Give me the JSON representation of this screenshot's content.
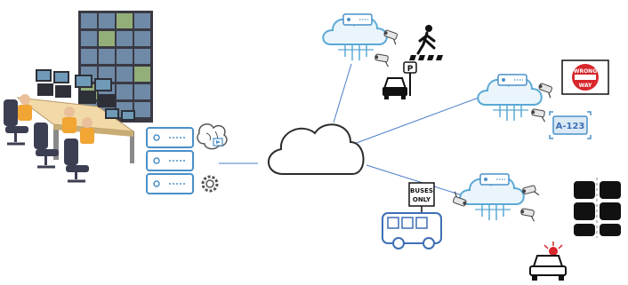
{
  "colors": {
    "cloud_stroke": "#2b2b2b",
    "edge_cloud": "#5aa9d6",
    "server_blue": "#4a90c9",
    "link_line": "#4a7cc8",
    "wall_dark": "#3a3a44",
    "sign_red": "#d7262c",
    "bus_blue": "#3d6fb6"
  },
  "signs": {
    "wrong_way_line1": "WRONG",
    "wrong_way_line2": "WAY",
    "plate": "A-123",
    "buses_line1": "BUSES",
    "buses_line2": "ONLY",
    "parking": "P"
  }
}
